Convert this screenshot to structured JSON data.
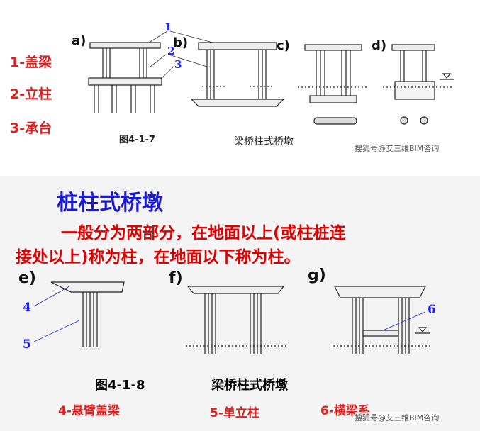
{
  "top": {
    "legend": [
      "1-盖梁",
      "2-立柱",
      "3-承台"
    ],
    "sub_labels": [
      "a)",
      "b)",
      "c)",
      "d)"
    ],
    "callouts": [
      "1",
      "2",
      "3"
    ],
    "fig_number": "图4-1-7",
    "caption": "梁桥柱式桥墩",
    "watermark": "搜狐号@艾三维BIM咨询"
  },
  "bottom": {
    "title": "桩柱式桥墩",
    "body_line1": "一般分为两部分，在地面以上(或柱桩连",
    "body_line2": "接处以上)称为柱，在地面以下称为柱。",
    "sub_labels": [
      "e)",
      "f)",
      "g)"
    ],
    "callouts": [
      "4",
      "5",
      "6"
    ],
    "fig_number": "图4-1-8",
    "caption": "梁桥柱式桥墩",
    "legend": [
      "4-悬臂盖梁",
      "5-单立柱",
      "6-横梁系"
    ],
    "watermark": "搜狐号@艾三维BIM咨询"
  },
  "colors": {
    "legend_red": "#e02020",
    "title_blue": "#1b1bd6",
    "callout_blue": "#1a1aff",
    "body_red": "#e00000"
  }
}
